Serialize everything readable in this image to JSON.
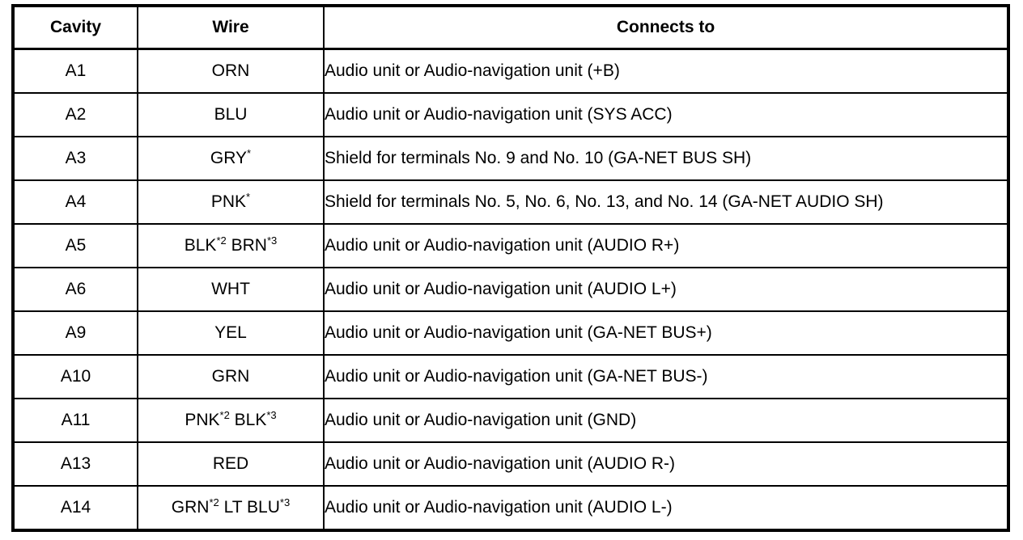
{
  "table": {
    "columns": [
      {
        "key": "cavity",
        "label": "Cavity",
        "align": "center"
      },
      {
        "key": "wire",
        "label": "Wire",
        "align": "center"
      },
      {
        "key": "connects",
        "label": "Connects to",
        "align": "left"
      }
    ],
    "rows": [
      {
        "cavity": "A1",
        "wire": "ORN",
        "wire_parts": [
          {
            "text": "ORN",
            "sup": ""
          }
        ],
        "connects": "Audio unit or Audio-navigation unit (+B)"
      },
      {
        "cavity": "A2",
        "wire": "BLU",
        "wire_parts": [
          {
            "text": "BLU",
            "sup": ""
          }
        ],
        "connects": "Audio unit or Audio-navigation unit (SYS ACC)"
      },
      {
        "cavity": "A3",
        "wire": "GRY*",
        "wire_parts": [
          {
            "text": "GRY",
            "sup": "*"
          }
        ],
        "connects": "Shield for terminals No. 9 and No. 10 (GA-NET BUS SH)"
      },
      {
        "cavity": "A4",
        "wire": "PNK*",
        "wire_parts": [
          {
            "text": "PNK",
            "sup": "*"
          }
        ],
        "connects": "Shield for terminals No. 5, No. 6, No. 13, and No. 14 (GA-NET AUDIO SH)"
      },
      {
        "cavity": "A5",
        "wire": "BLK*2 BRN*3",
        "wire_parts": [
          {
            "text": "BLK",
            "sup": "*2"
          },
          {
            "text": " BRN",
            "sup": "*3"
          }
        ],
        "connects": "Audio unit or Audio-navigation unit (AUDIO R+)"
      },
      {
        "cavity": "A6",
        "wire": "WHT",
        "wire_parts": [
          {
            "text": "WHT",
            "sup": ""
          }
        ],
        "connects": "Audio unit or Audio-navigation unit (AUDIO L+)"
      },
      {
        "cavity": "A9",
        "wire": "YEL",
        "wire_parts": [
          {
            "text": "YEL",
            "sup": ""
          }
        ],
        "connects": "Audio unit or Audio-navigation unit (GA-NET BUS+)"
      },
      {
        "cavity": "A10",
        "wire": "GRN",
        "wire_parts": [
          {
            "text": "GRN",
            "sup": ""
          }
        ],
        "connects": "Audio unit or Audio-navigation unit (GA-NET BUS-)"
      },
      {
        "cavity": "A11",
        "wire": "PNK*2 BLK*3",
        "wire_parts": [
          {
            "text": "PNK",
            "sup": "*2"
          },
          {
            "text": " BLK",
            "sup": "*3"
          }
        ],
        "connects": "Audio unit or Audio-navigation unit (GND)"
      },
      {
        "cavity": "A13",
        "wire": "RED",
        "wire_parts": [
          {
            "text": "RED",
            "sup": ""
          }
        ],
        "connects": "Audio unit or Audio-navigation unit (AUDIO R-)"
      },
      {
        "cavity": "A14",
        "wire": "GRN*2 LT BLU*3",
        "wire_parts": [
          {
            "text": "GRN",
            "sup": "*2"
          },
          {
            "text": " LT BLU",
            "sup": "*3"
          }
        ],
        "connects": "Audio unit or Audio-navigation unit (AUDIO L-)"
      }
    ]
  },
  "colors": {
    "background": "#ffffff",
    "text": "#000000",
    "border": "#000000"
  }
}
